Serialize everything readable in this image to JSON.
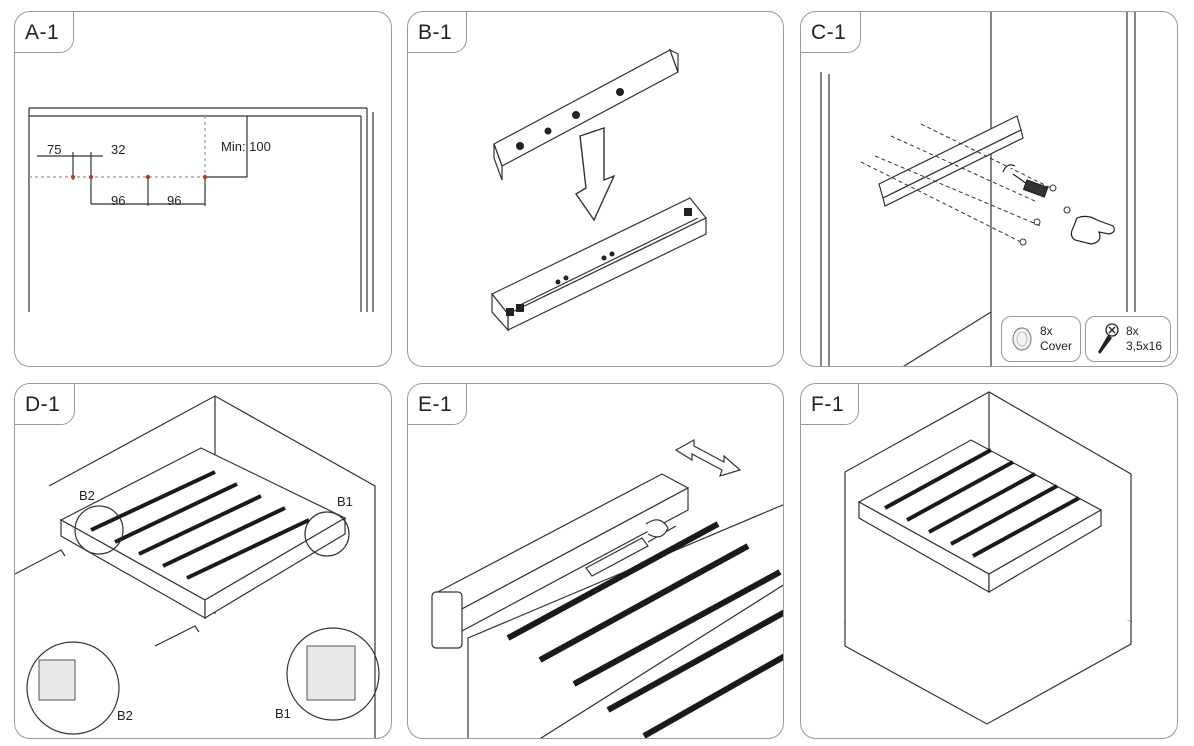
{
  "panels": {
    "a1": {
      "label": "A-1",
      "dims": {
        "d75": "75",
        "d32": "32",
        "d96a": "96",
        "d96b": "96",
        "min": "Min: 100"
      }
    },
    "b1": {
      "label": "B-1"
    },
    "c1": {
      "label": "C-1",
      "parts": [
        {
          "icon": "cover-cap-icon",
          "qty": "8x",
          "desc": "Cover"
        },
        {
          "icon": "screw-icon",
          "qty": "8x",
          "desc": "3,5x16"
        }
      ]
    },
    "d1": {
      "label": "D-1",
      "callouts": {
        "b2_top": "B2",
        "b1_top": "B1",
        "b2_bottom": "B2",
        "b1_bottom": "B1"
      }
    },
    "e1": {
      "label": "E-1"
    },
    "f1": {
      "label": "F-1"
    }
  },
  "colors": {
    "border": "#9a9a9a",
    "line": "#333333",
    "rail": "#1a1a1a",
    "accent_dot": "#c0392b"
  }
}
